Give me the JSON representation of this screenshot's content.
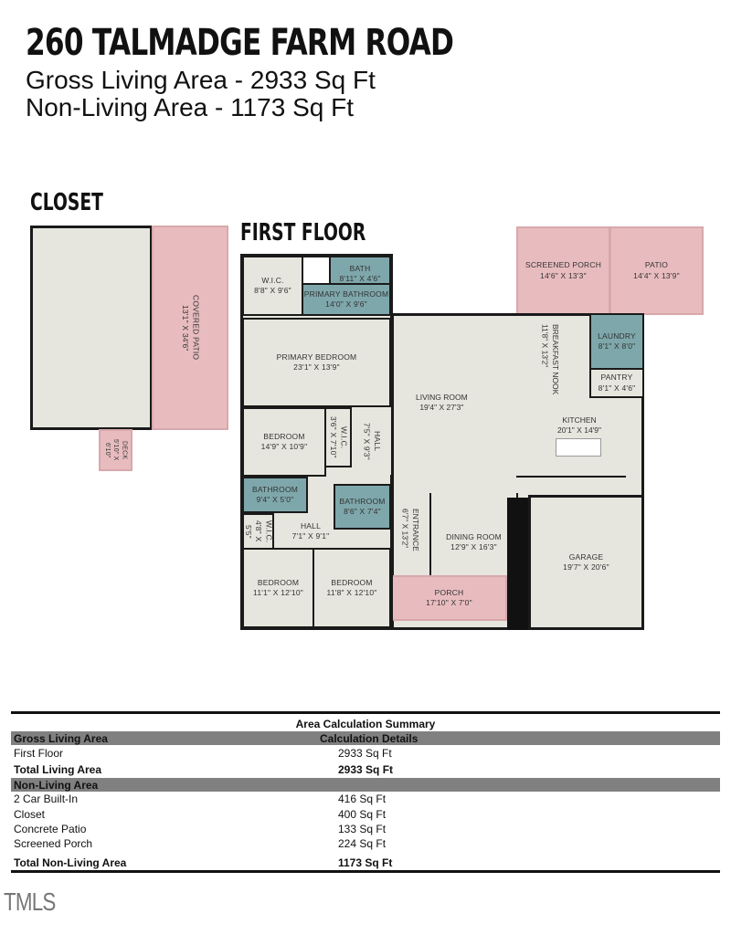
{
  "header": {
    "title": "260 TALMADGE FARM ROAD",
    "gross": "Gross Living Area - 2933 Sq Ft",
    "non_living": "Non-Living Area - 1173 Sq Ft"
  },
  "closet_section": {
    "label": "CLOSET",
    "rooms": [
      {
        "name": "COVERED PATIO",
        "dims": "13'1\" X 34'6\""
      },
      {
        "name": "DECK",
        "dims": "5'10\" X 6'10\""
      }
    ]
  },
  "first_floor": {
    "label": "FIRST FLOOR",
    "rooms": [
      {
        "name": "W.I.C.",
        "dims": "8'8\" X 9'6\""
      },
      {
        "name": "BATH",
        "dims": "8'11\" X 4'6\""
      },
      {
        "name": "PRIMARY BATHROOM",
        "dims": "14'0\" X 9'6\""
      },
      {
        "name": "PRIMARY BEDROOM",
        "dims": "23'1\" X 13'9\""
      },
      {
        "name": "BEDROOM",
        "dims": "14'9\" X 10'9\""
      },
      {
        "name": "W.I.C.",
        "dims": "3'6\" X 7'10\""
      },
      {
        "name": "HALL",
        "dims": "7'5\" X 9'3\""
      },
      {
        "name": "BATHROOM",
        "dims": "9'4\" X 5'0\""
      },
      {
        "name": "BATHROOM",
        "dims": "8'6\" X 7'4\""
      },
      {
        "name": "HALL",
        "dims": "7'1\" X 9'1\""
      },
      {
        "name": "W.I.C.",
        "dims": "4'8\" X 5'5\""
      },
      {
        "name": "BEDROOM",
        "dims": "11'1\" X 12'10\""
      },
      {
        "name": "BEDROOM",
        "dims": "11'8\" X 12'10\""
      },
      {
        "name": "LIVING ROOM",
        "dims": "19'4\" X 27'3\""
      },
      {
        "name": "ENTRANCE",
        "dims": "6'7\" X 13'2\""
      },
      {
        "name": "DINING ROOM",
        "dims": "12'9\" X 16'3\""
      },
      {
        "name": "PORCH",
        "dims": "17'10\" X 7'0\""
      },
      {
        "name": "SCREENED PORCH",
        "dims": "14'6\" X 13'3\""
      },
      {
        "name": "PATIO",
        "dims": "14'4\" X 13'9\""
      },
      {
        "name": "BREAKFAST NOOK",
        "dims": "11'8\" X 13'2\""
      },
      {
        "name": "LAUNDRY",
        "dims": "8'1\" X 8'0\""
      },
      {
        "name": "PANTRY",
        "dims": "8'1\" X 4'6\""
      },
      {
        "name": "KITCHEN",
        "dims": "20'1\" X 14'9\""
      },
      {
        "name": "GARAGE",
        "dims": "19'7\" X 20'6\""
      }
    ]
  },
  "colors": {
    "floor": "#e6e6de",
    "wet_room": "#7ea7ab",
    "exterior": "#e8bcbf",
    "header_bar": "#808080"
  },
  "summary": {
    "title": "Area Calculation Summary",
    "gross_header": "Gross Living Area",
    "details_header": "Calculation Details",
    "living_rows": [
      {
        "label": "First Floor",
        "value": "2933 Sq Ft"
      }
    ],
    "total_living": {
      "label": "Total Living Area",
      "value": "2933 Sq Ft"
    },
    "non_living_header": "Non-Living Area",
    "non_living_rows": [
      {
        "label": "2 Car Built-In",
        "value": "416 Sq Ft"
      },
      {
        "label": "Closet",
        "value": "400 Sq Ft"
      },
      {
        "label": "Concrete Patio",
        "value": "133 Sq Ft"
      },
      {
        "label": "Screened Porch",
        "value": "224 Sq Ft"
      }
    ],
    "total_non_living": {
      "label": "Total Non-Living Area",
      "value": "1173 Sq Ft"
    }
  },
  "logo": "TMLS"
}
